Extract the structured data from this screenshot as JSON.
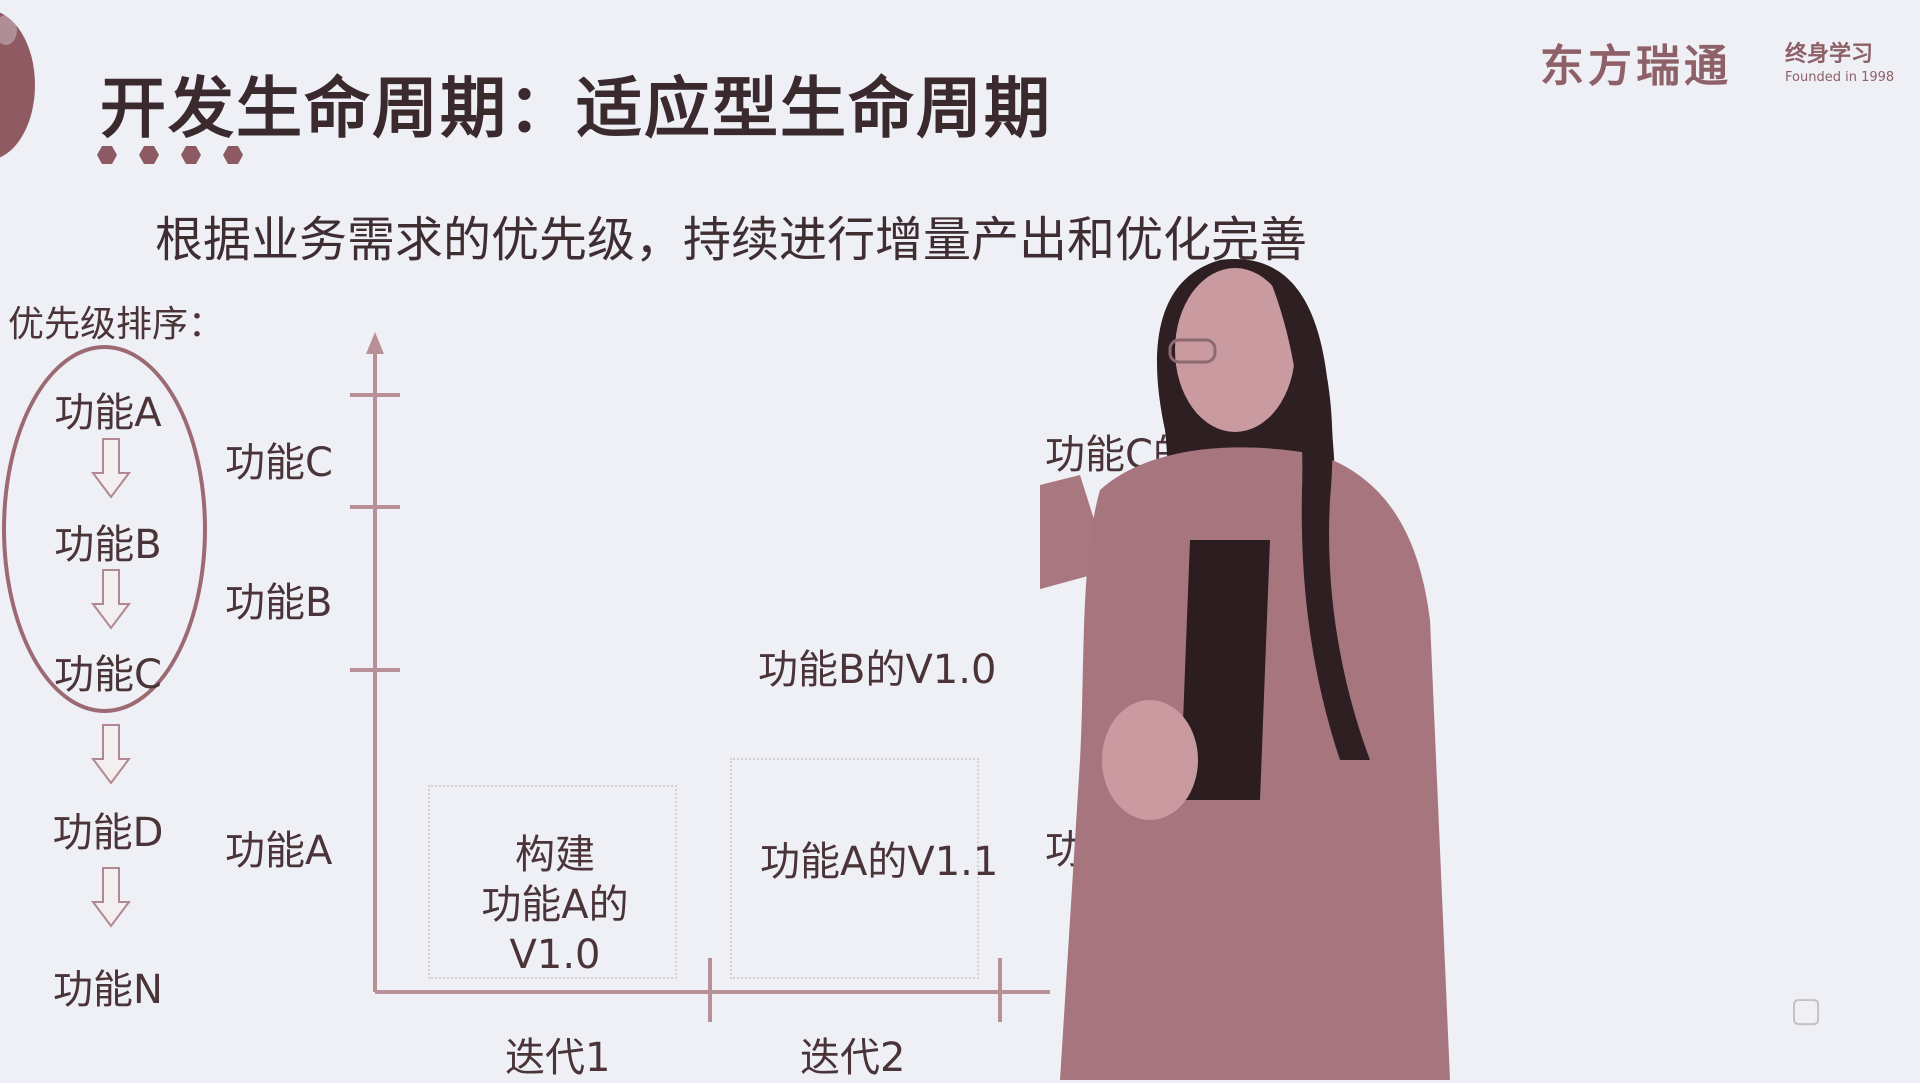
{
  "title": "开发生命周期：适应型生命周期",
  "logo": {
    "main": "东方瑞通",
    "side_top": "终身学习",
    "side_bottom": "Founded in 1998"
  },
  "subtitle": "根据业务需求的优先级，持续进行增量产出和优化完善",
  "priority": {
    "label": "优先级排序：",
    "items": [
      "功能A",
      "功能B",
      "功能C",
      "功能D",
      "功能N"
    ]
  },
  "y_axis_labels": [
    "功能C",
    "功能B",
    "功能A"
  ],
  "cells": {
    "c_iter3": "功能C的",
    "b_iter2": "功能B的V1.0",
    "a_iter1_line1": "构建",
    "a_iter1_line2": "功能A的V1.0",
    "a_iter2": "功能A的V1.1",
    "a_iter3_partial": "功"
  },
  "iterations": [
    "迭代1",
    "迭代2"
  ],
  "colors": {
    "accent": "#8d5a63",
    "background": "#eef0f6",
    "text": "#4a3438"
  }
}
